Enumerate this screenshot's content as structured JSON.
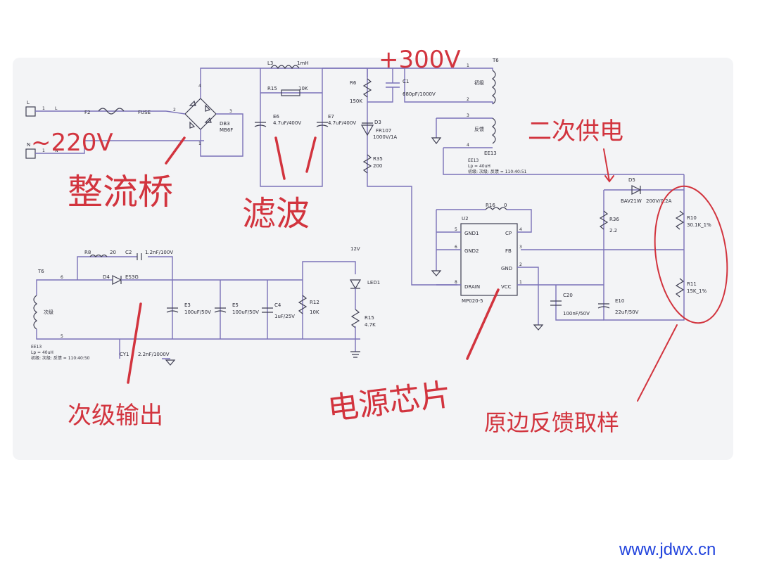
{
  "annotations": {
    "rectifier": "整流桥",
    "filter": "滤波",
    "power_chip": "电源芯片",
    "secondary_supply": "二次供电",
    "secondary_output": "次级输出",
    "primary_feedback": "原边反馈取样",
    "ac_input": "~220V",
    "hv_bus": "+300V"
  },
  "input": {
    "l_label": "L",
    "n_label": "N",
    "pin1": "1",
    "l2": "L",
    "n2": "N",
    "f2": "F2",
    "fuse": "FUSE",
    "pin2": "2"
  },
  "bridge": {
    "ref": "DB3",
    "part": "MB6F",
    "p3": "3",
    "p4": "4",
    "p1": "1",
    "p2": "2"
  },
  "filter": {
    "l3": "L3",
    "l3_val": "1mH",
    "r15": "R15",
    "r15_val": "10K",
    "e6": "E6",
    "e6_val": "4.7uF/400V",
    "e7": "E7",
    "e7_val": "4.7uF/400V"
  },
  "snubber": {
    "r6": "R6",
    "r6_val": "150K",
    "c1": "C1",
    "c1_val": "680pF/1000V",
    "d3": "D3",
    "d3_part": "FR107",
    "d3_val": "1000V/1A",
    "r35": "R35",
    "r35_val": "200"
  },
  "transformer": {
    "ref": "T6",
    "p1": "1",
    "p2": "2",
    "p3": "3",
    "p4": "4",
    "primary": "初级",
    "aux": "反馈",
    "core": "EE13",
    "lp": "Lp = 40uH",
    "turns": "初级: 次级: 反馈 = 110:40:51"
  },
  "aux_supply": {
    "d5": "D5",
    "d5_part": "BAV21W",
    "d5_val": "200V/0.2A",
    "r36": "R36",
    "r36_val": "2.2",
    "e10": "E10",
    "e10_val": "22uF/50V",
    "r10": "R10",
    "r10_val": "30.1K_1%",
    "r11": "R11",
    "r11_val": "15K_1%"
  },
  "ic": {
    "ref": "U2",
    "part": "MP020-5",
    "r16": "R16",
    "r16_val": "0",
    "gnd1": "GND1",
    "gnd2": "GND2",
    "drain": "DRAIN",
    "cp": "CP",
    "fb": "FB",
    "gnd": "GND",
    "vcc": "VCC",
    "p5": "5",
    "p6": "6",
    "p8": "8",
    "p4": "4",
    "p3": "3",
    "p2": "2",
    "p1": "1",
    "c20": "C20",
    "c20_val": "100nF/50V"
  },
  "secondary": {
    "t6": "T6",
    "p6": "6",
    "p5": "5",
    "winding": "次级",
    "core": "EE13",
    "lp": "Lp = 40uH",
    "turns": "初级: 次级: 反馈 = 110:40:50",
    "r8": "R8",
    "r8_val": "20",
    "c2": "C2",
    "c2_val": "1.2nF/100V",
    "d4": "D4",
    "d4_part": "ES3G",
    "e3": "E3",
    "e3_val": "100uF/50V",
    "e5": "E5",
    "e5_val": "100uF/50V",
    "c4": "C4",
    "c4_val": "1uF/25V",
    "r12": "R12",
    "r12_val": "10K",
    "v12": "12V",
    "led1": "LED1",
    "r15": "R15",
    "r15_val": "4.7K",
    "cy1": "CY1",
    "cy1_val": "2.2nF/1000V"
  },
  "watermark": "www.jdwx.cn"
}
